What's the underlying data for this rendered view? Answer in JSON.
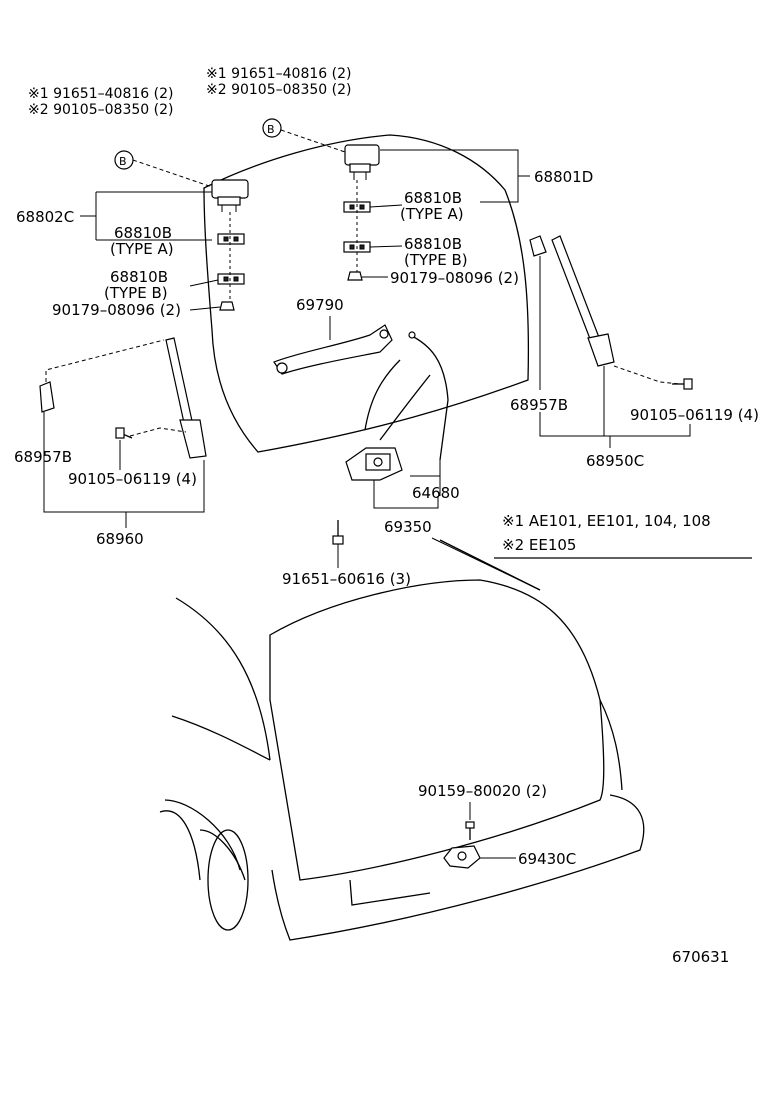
{
  "labels": {
    "note_left_1": "※1 91651–40816 (2)",
    "note_left_2": "※2 90105–08350 (2)",
    "note_top_1": "※1 91651–40816 (2)",
    "note_top_2": "※2 90105–08350 (2)",
    "b_marker": "B",
    "hinge_left": "68802C",
    "hinge_right": "68801D",
    "shim_type_a_left": "68810B",
    "shim_type_a_left_sub": "(TYPE  A)",
    "shim_type_b_left": "68810B",
    "shim_type_b_left_sub": "(TYPE  B)",
    "nut_left": "90179–08096 (2)",
    "shim_type_a_right": "68810B",
    "shim_type_a_right_sub": "(TYPE  A)",
    "shim_type_b_right": "68810B",
    "shim_type_b_right_sub": "(TYPE  B)",
    "nut_right": "90179–08096 (2)",
    "handle": "69790",
    "bracket_left": "68957B",
    "bolt_left": "90105–06119 (4)",
    "stay_left": "68960",
    "bracket_right": "68957B",
    "bolt_right": "90105–06119 (4)",
    "stay_right": "68950C",
    "cable": "64680",
    "lock": "69350",
    "screw_lock": "91651–60616 (3)",
    "legend_1": "※1 AE101, EE101, 104, 108",
    "legend_2": "※2 EE105",
    "screw_striker": "90159–80020 (2)",
    "striker": "69430C",
    "diagram_number": "670631"
  }
}
